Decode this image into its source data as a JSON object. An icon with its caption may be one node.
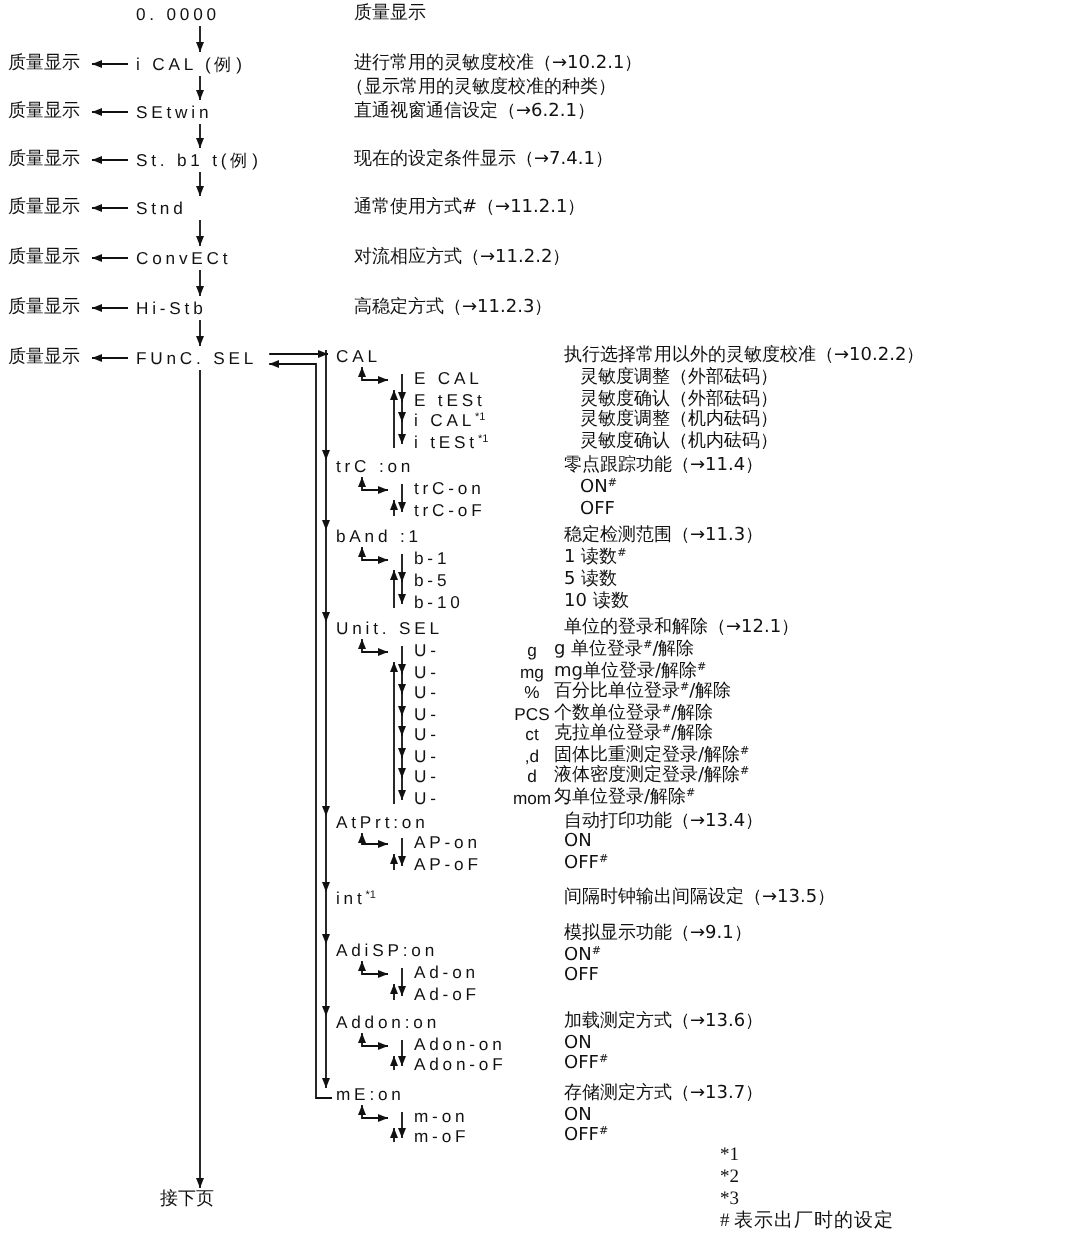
{
  "diagram": {
    "nodes": [
      {
        "text": [
          "0. 0000"
        ]
      },
      {
        "text": [
          "质量显示"
        ]
      },
      {
        "text": [
          "i CAL (例)"
        ]
      },
      {
        "text": [
          "质量显示"
        ]
      },
      {
        "text": [
          "SEtwin"
        ]
      },
      {
        "text": [
          "质量显示"
        ]
      },
      {
        "text": [
          "St. b1 t(例)"
        ]
      },
      {
        "text": [
          "质量显示"
        ]
      },
      {
        "text": [
          "Stnd"
        ]
      },
      {
        "text": [
          "质量显示"
        ]
      },
      {
        "text": [
          "ConvECt"
        ]
      },
      {
        "text": [
          "质量显示"
        ]
      },
      {
        "text": [
          "Hi-Stb"
        ]
      },
      {
        "text": [
          "质量显示"
        ]
      },
      {
        "text": [
          "FUnC. SEL"
        ]
      },
      {
        "text": [
          "CAL"
        ]
      },
      {
        "text": [
          "E CAL"
        ]
      },
      {
        "text": [
          "E tESt"
        ]
      },
      {
        "text": [
          "i CAL$^{*1}$"
        ]
      },
      {
        "text": [
          "i tESt$^{*1}$"
        ]
      },
      {
        "text": [
          "trC :on"
        ]
      },
      {
        "text": [
          "trC-on"
        ]
      },
      {
        "text": [
          "trC-oF"
        ]
      },
      {
        "text": [
          "bAnd :1"
        ]
      },
      {
        "text": [
          "b-1"
        ]
      },
      {
        "text": [
          "b-5"
        ]
      },
      {
        "text": [
          "b-10"
        ]
      },
      {
        "text": [
          "Unit. SEL"
        ]
      },
      {
        "text": [
          "U-",
          "g"
        ]
      },
      {
        "text": [
          "U-",
          "mg"
        ]
      },
      {
        "text": [
          "U-",
          "%"
        ]
      },
      {
        "text": [
          "U-",
          "PCS"
        ]
      },
      {
        "text": [
          "U-",
          "ct"
        ]
      },
      {
        "text": [
          "U-",
          ",d"
        ]
      },
      {
        "text": [
          "U-",
          "d"
        ]
      },
      {
        "text": [
          "U-",
          "mom"
        ]
      },
      {
        "text": [
          "AtPrt:on"
        ]
      },
      {
        "text": [
          "AP-on"
        ]
      },
      {
        "text": [
          "AP-oF"
        ]
      },
      {
        "text": [
          "int$^{*1}$"
        ]
      },
      {
        "text": [
          "AdiSP:on"
        ]
      },
      {
        "text": [
          "Ad-on"
        ]
      },
      {
        "text": [
          "Ad-oF"
        ]
      },
      {
        "text": [
          "Addon:on"
        ]
      },
      {
        "text": [
          "Adon-on"
        ]
      },
      {
        "text": [
          "Adon-oF"
        ]
      },
      {
        "text": [
          "mE:on"
        ]
      },
      {
        "text": [
          "m-on"
        ]
      },
      {
        "text": [
          "m-oF"
        ]
      },
      {
        "text": [
          "接下页"
        ]
      }
    ],
    "edges": [
      {
        "from": 0,
        "to": 2,
        "arrow": "to"
      },
      {
        "from": 2,
        "to": 1,
        "arrow": "to"
      },
      {
        "from": 2,
        "to": 4,
        "arrow": "to"
      },
      {
        "from": 4,
        "to": 3,
        "arrow": "to"
      },
      {
        "from": 4,
        "to": 6,
        "arrow": "to"
      },
      {
        "from": 6,
        "to": 5,
        "arrow": "to"
      },
      {
        "from": 6,
        "to": 8,
        "arrow": "to"
      },
      {
        "from": 8,
        "to": 7,
        "arrow": "to"
      },
      {
        "from": 8,
        "to": 10,
        "arrow": "to"
      },
      {
        "from": 10,
        "to": 9,
        "arrow": "to"
      },
      {
        "from": 10,
        "to": 12,
        "arrow": "to"
      },
      {
        "from": 12,
        "to": 11,
        "arrow": "to"
      },
      {
        "from": 12,
        "to": 14,
        "arrow": "to"
      },
      {
        "from": 14,
        "to": 13,
        "arrow": "to"
      },
      {
        "from": 14,
        "to": 49,
        "arrow": "to"
      },
      {
        "from": 14,
        "to": 15,
        "arrow": "to"
      },
      {
        "from": 46,
        "to": 14,
        "arrow": "to"
      },
      {
        "from": 15,
        "to": 20,
        "arrow": "to"
      },
      {
        "from": 20,
        "to": 23,
        "arrow": "to"
      },
      {
        "from": 23,
        "to": 27,
        "arrow": "to"
      },
      {
        "from": 27,
        "to": 36,
        "arrow": "to"
      },
      {
        "from": 36,
        "to": 39,
        "arrow": "to"
      },
      {
        "from": 39,
        "to": 40,
        "arrow": "to"
      },
      {
        "from": 40,
        "to": 43,
        "arrow": "to"
      },
      {
        "from": 43,
        "to": 46,
        "arrow": "to"
      },
      {
        "from": 15,
        "to": 16,
        "arrow": "both"
      },
      {
        "from": 16,
        "to": 17,
        "arrow": "to"
      },
      {
        "from": 17,
        "to": 18,
        "arrow": "to"
      },
      {
        "from": 18,
        "to": 19,
        "arrow": "to"
      },
      {
        "from": 19,
        "to": 16,
        "arrow": "to"
      },
      {
        "from": 20,
        "to": 21,
        "arrow": "both"
      },
      {
        "from": 21,
        "to": 22,
        "arrow": "to"
      },
      {
        "from": 22,
        "to": 21,
        "arrow": "to"
      },
      {
        "from": 23,
        "to": 24,
        "arrow": "both"
      },
      {
        "from": 24,
        "to": 25,
        "arrow": "to"
      },
      {
        "from": 25,
        "to": 26,
        "arrow": "to"
      },
      {
        "from": 26,
        "to": 24,
        "arrow": "to"
      },
      {
        "from": 27,
        "to": 28,
        "arrow": "both"
      },
      {
        "from": 28,
        "to": 29,
        "arrow": "to"
      },
      {
        "from": 29,
        "to": 30,
        "arrow": "to"
      },
      {
        "from": 30,
        "to": 31,
        "arrow": "to"
      },
      {
        "from": 31,
        "to": 32,
        "arrow": "to"
      },
      {
        "from": 32,
        "to": 33,
        "arrow": "to"
      },
      {
        "from": 33,
        "to": 34,
        "arrow": "to"
      },
      {
        "from": 34,
        "to": 35,
        "arrow": "to"
      },
      {
        "from": 35,
        "to": 28,
        "arrow": "to"
      },
      {
        "from": 36,
        "to": 37,
        "arrow": "both"
      },
      {
        "from": 37,
        "to": 38,
        "arrow": "to"
      },
      {
        "from": 38,
        "to": 37,
        "arrow": "to"
      },
      {
        "from": 40,
        "to": 41,
        "arrow": "both"
      },
      {
        "from": 41,
        "to": 42,
        "arrow": "to"
      },
      {
        "from": 42,
        "to": 41,
        "arrow": "to"
      },
      {
        "from": 43,
        "to": 44,
        "arrow": "both"
      },
      {
        "from": 44,
        "to": 45,
        "arrow": "to"
      },
      {
        "from": 45,
        "to": 44,
        "arrow": "to"
      },
      {
        "from": 46,
        "to": 47,
        "arrow": "both"
      },
      {
        "from": 47,
        "to": 48,
        "arrow": "to"
      },
      {
        "from": 48,
        "to": 47,
        "arrow": "to"
      }
    ],
    "labels": [
      "质量显示",
      "进行常用的灵敏度校准（→10.2.1）",
      "（显示常用的灵敏度校准的种类）",
      "直通视窗通信设定（→6.2.1）",
      "现在的设定条件显示（→7.4.1）",
      "通常使用方式#（→11.2.1）",
      "对流相应方式（→11.2.2）",
      "高稳定方式（→11.2.3）",
      "执行选择常用以外的灵敏度校准（→10.2.2）",
      "灵敏度调整（外部砝码）",
      "灵敏度确认（外部砝码）",
      "灵敏度调整（机内砝码）",
      "灵敏度确认（机内砝码）",
      "零点跟踪功能（→11.4）",
      "ON$^{#}$",
      "OFF",
      "稳定检测范围（→11.3）",
      "1 读数$^{#}$",
      "5 读数",
      "10 读数",
      "单位的登录和解除（→12.1）",
      "g 单位登录$^{#}$/解除",
      "mg单位登录/解除$^{#}$",
      "百分比单位登录$^{#}$/解除",
      "个数单位登录$^{#}$/解除",
      "克拉单位登录$^{#}$/解除",
      "固体比重测定登录/解除$^{#}$",
      "液体密度测定登录/解除$^{#}$",
      "匁单位登录/解除$^{#}$",
      "自动打印功能（→13.4）",
      "ON",
      "OFF$^{#}$",
      "间隔时钟输出间隔设定（→13.5）",
      "模拟显示功能（→9.1）",
      "ON$^{#}$",
      "OFF",
      "加载测定方式（→13.6）",
      "ON",
      "OFF$^{#}$",
      "存储测定方式（→13.7）",
      "ON",
      "OFF$^{#}$",
      "*1",
      "*2",
      "*3",
      "# 表示出厂时的设定"
    ]
  }
}
